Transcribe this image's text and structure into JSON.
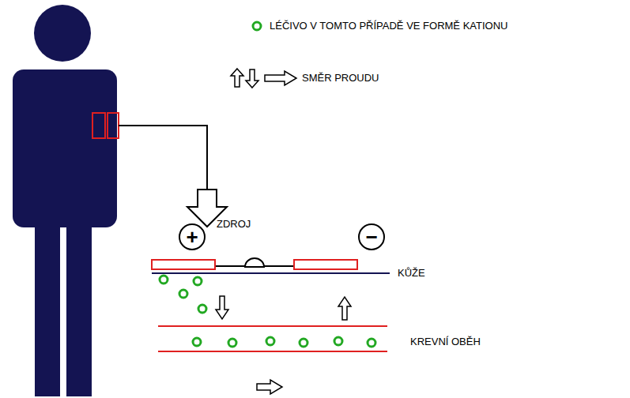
{
  "diagram": {
    "nodes": [
      {
        "text": [
          "+"
        ]
      },
      {
        "text": [
          "−"
        ]
      }
    ],
    "labels": [
      "ZDROJ",
      "KŮŽE",
      "KREVNÍ OBĚH"
    ],
    "legend": [
      {
        "text": "LÉČIVO V TOMTO PŘÍPADĚ VE FORMĚ KATIONU"
      },
      {
        "text": "SMĚR PROUDU"
      }
    ]
  }
}
